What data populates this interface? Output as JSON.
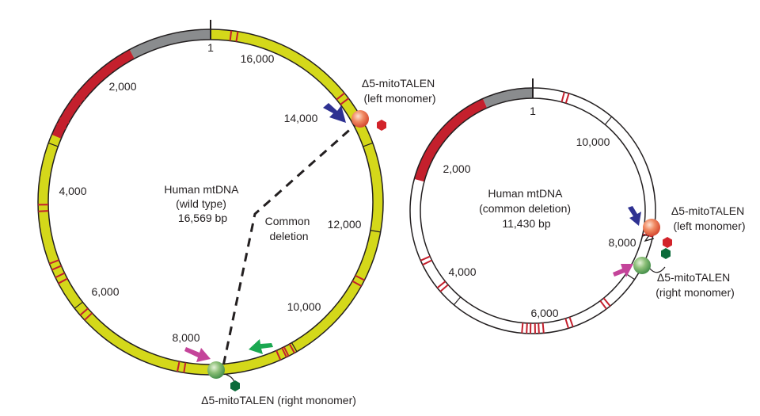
{
  "colors": {
    "ring_outline": "#231f20",
    "segment_yellow": "#d4d81a",
    "segment_red": "#c4202d",
    "segment_gray": "#8a8c8e",
    "left_talen": "#e8523a",
    "right_talen": "#4f9a52",
    "hexagon_red": "#d2232a",
    "hexagon_green": "#0b6b3a",
    "arrow_blue": "#2e3192",
    "arrow_magenta": "#c4449a",
    "arrow_green": "#1aa850"
  },
  "wild_type": {
    "center_lines": [
      "Human mtDNA",
      "(wild type)",
      "16,569 bp"
    ],
    "positions": [
      "1",
      "2,000",
      "4,000",
      "6,000",
      "8,000",
      "10,000",
      "12,000",
      "14,000",
      "16,000"
    ],
    "left_talen_label": [
      "Δ5-mitoTALEN",
      "(left monomer)"
    ],
    "right_talen_label": "Δ5-mitoTALEN (right monomer)",
    "deletion_label": [
      "Common",
      "deletion"
    ]
  },
  "deleted": {
    "center_lines": [
      "Human mtDNA",
      "(common deletion)",
      "11,430 bp"
    ],
    "positions": [
      "1",
      "2,000",
      "4,000",
      "6,000",
      "8,000",
      "10,000"
    ],
    "left_talen_label": [
      "Δ5-mitoTALEN",
      "(left monomer)"
    ],
    "right_talen_label": [
      "Δ5-mitoTALEN",
      "(right monomer)"
    ]
  }
}
